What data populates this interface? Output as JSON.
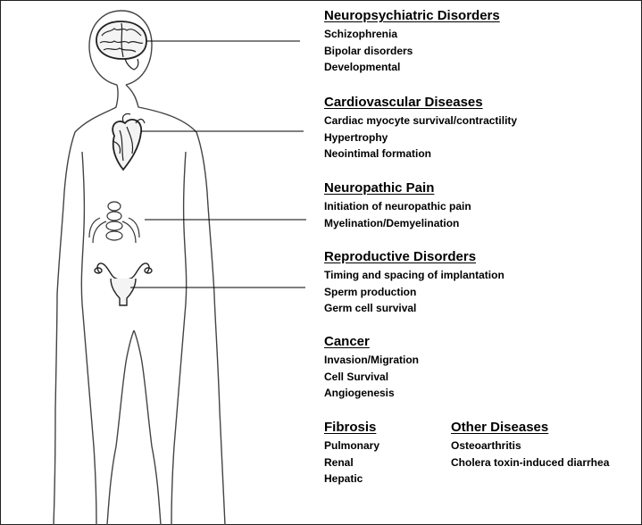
{
  "sections": {
    "neuropsychiatric": {
      "heading": "Neuropsychiatric Disorders",
      "items": [
        "Schizophrenia",
        "Bipolar disorders",
        "Developmental"
      ]
    },
    "cardiovascular": {
      "heading": "Cardiovascular Diseases",
      "items": [
        "Cardiac myocyte survival/contractility",
        "Hypertrophy",
        "Neointimal formation"
      ]
    },
    "neuropathic_pain": {
      "heading": "Neuropathic Pain",
      "items": [
        "Initiation of neuropathic pain",
        "Myelination/Demyelination"
      ]
    },
    "reproductive": {
      "heading": "Reproductive Disorders",
      "items": [
        "Timing and spacing of implantation",
        "Sperm production",
        "Germ cell survival"
      ]
    },
    "cancer": {
      "heading": "Cancer",
      "items": [
        "Invasion/Migration",
        "Cell Survival",
        "Angiogenesis"
      ]
    },
    "fibrosis": {
      "heading": "Fibrosis",
      "items": [
        "Pulmonary",
        "Renal",
        "Hepatic"
      ]
    },
    "other": {
      "heading": "Other Diseases",
      "items": [
        "Osteoarthritis",
        "Cholera toxin-induced diarrhea"
      ]
    }
  },
  "figure": {
    "ink_color": "#000000",
    "outline_color": "#444444",
    "background_color": "#ffffff"
  }
}
